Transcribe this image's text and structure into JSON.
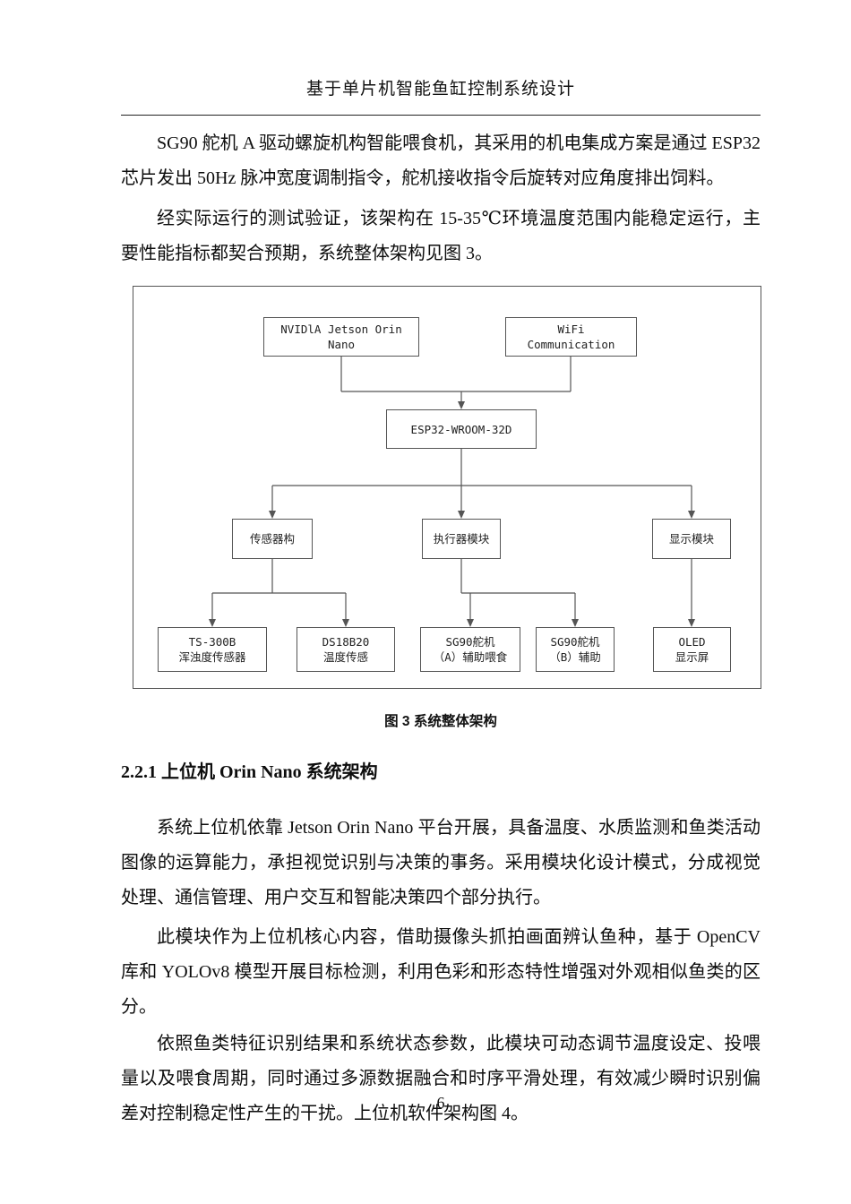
{
  "page": {
    "header_title": "基于单片机智能鱼缸控制系统设计",
    "page_number": "6"
  },
  "paragraphs": {
    "p1": "SG90 舵机 A 驱动螺旋机构智能喂食机，其采用的机电集成方案是通过 ESP32 芯片发出 50Hz 脉冲宽度调制指令，舵机接收指令后旋转对应角度排出饲料。",
    "p2": "经实际运行的测试验证，该架构在 15-35℃环境温度范围内能稳定运行，主要性能指标都契合预期，系统整体架构见图 3。",
    "p3": "系统上位机依靠 Jetson Orin Nano 平台开展，具备温度、水质监测和鱼类活动图像的运算能力，承担视觉识别与决策的事务。采用模块化设计模式，分成视觉处理、通信管理、用户交互和智能决策四个部分执行。",
    "p4": "此模块作为上位机核心内容，借助摄像头抓拍画面辨认鱼种，基于 OpenCV 库和 YOLOv8 模型开展目标检测，利用色彩和形态特性增强对外观相似鱼类的区分。",
    "p5": "依照鱼类特征识别结果和系统状态参数，此模块可动态调节温度设定、投喂量以及喂食周期，同时通过多源数据融合和时序平滑处理，有效减少瞬时识别偏差对控制稳定性产生的干扰。上位机软件架构图 4。"
  },
  "figure": {
    "caption": "图 3  系统整体架构",
    "nodes": {
      "jetson": "NVIDlA Jetson Orin Nano",
      "wifi": "WiFi\nCommunication",
      "esp32": "ESP32-WROOM-32D",
      "sensors": "传感器构",
      "actuators": "执行器模块",
      "display": "显示模块",
      "ts300b": "TS-300B\n浑浊度传感器",
      "ds18b20": "DS18B20\n温度传感",
      "sg90a": "SG90舵机\n（A）辅助喂食",
      "sg90b": "SG90舵机\n（B）辅助",
      "oled": "OLED\n显示屏"
    }
  },
  "section": {
    "heading": "2.2.1  上位机 Orin Nano 系统架构"
  }
}
